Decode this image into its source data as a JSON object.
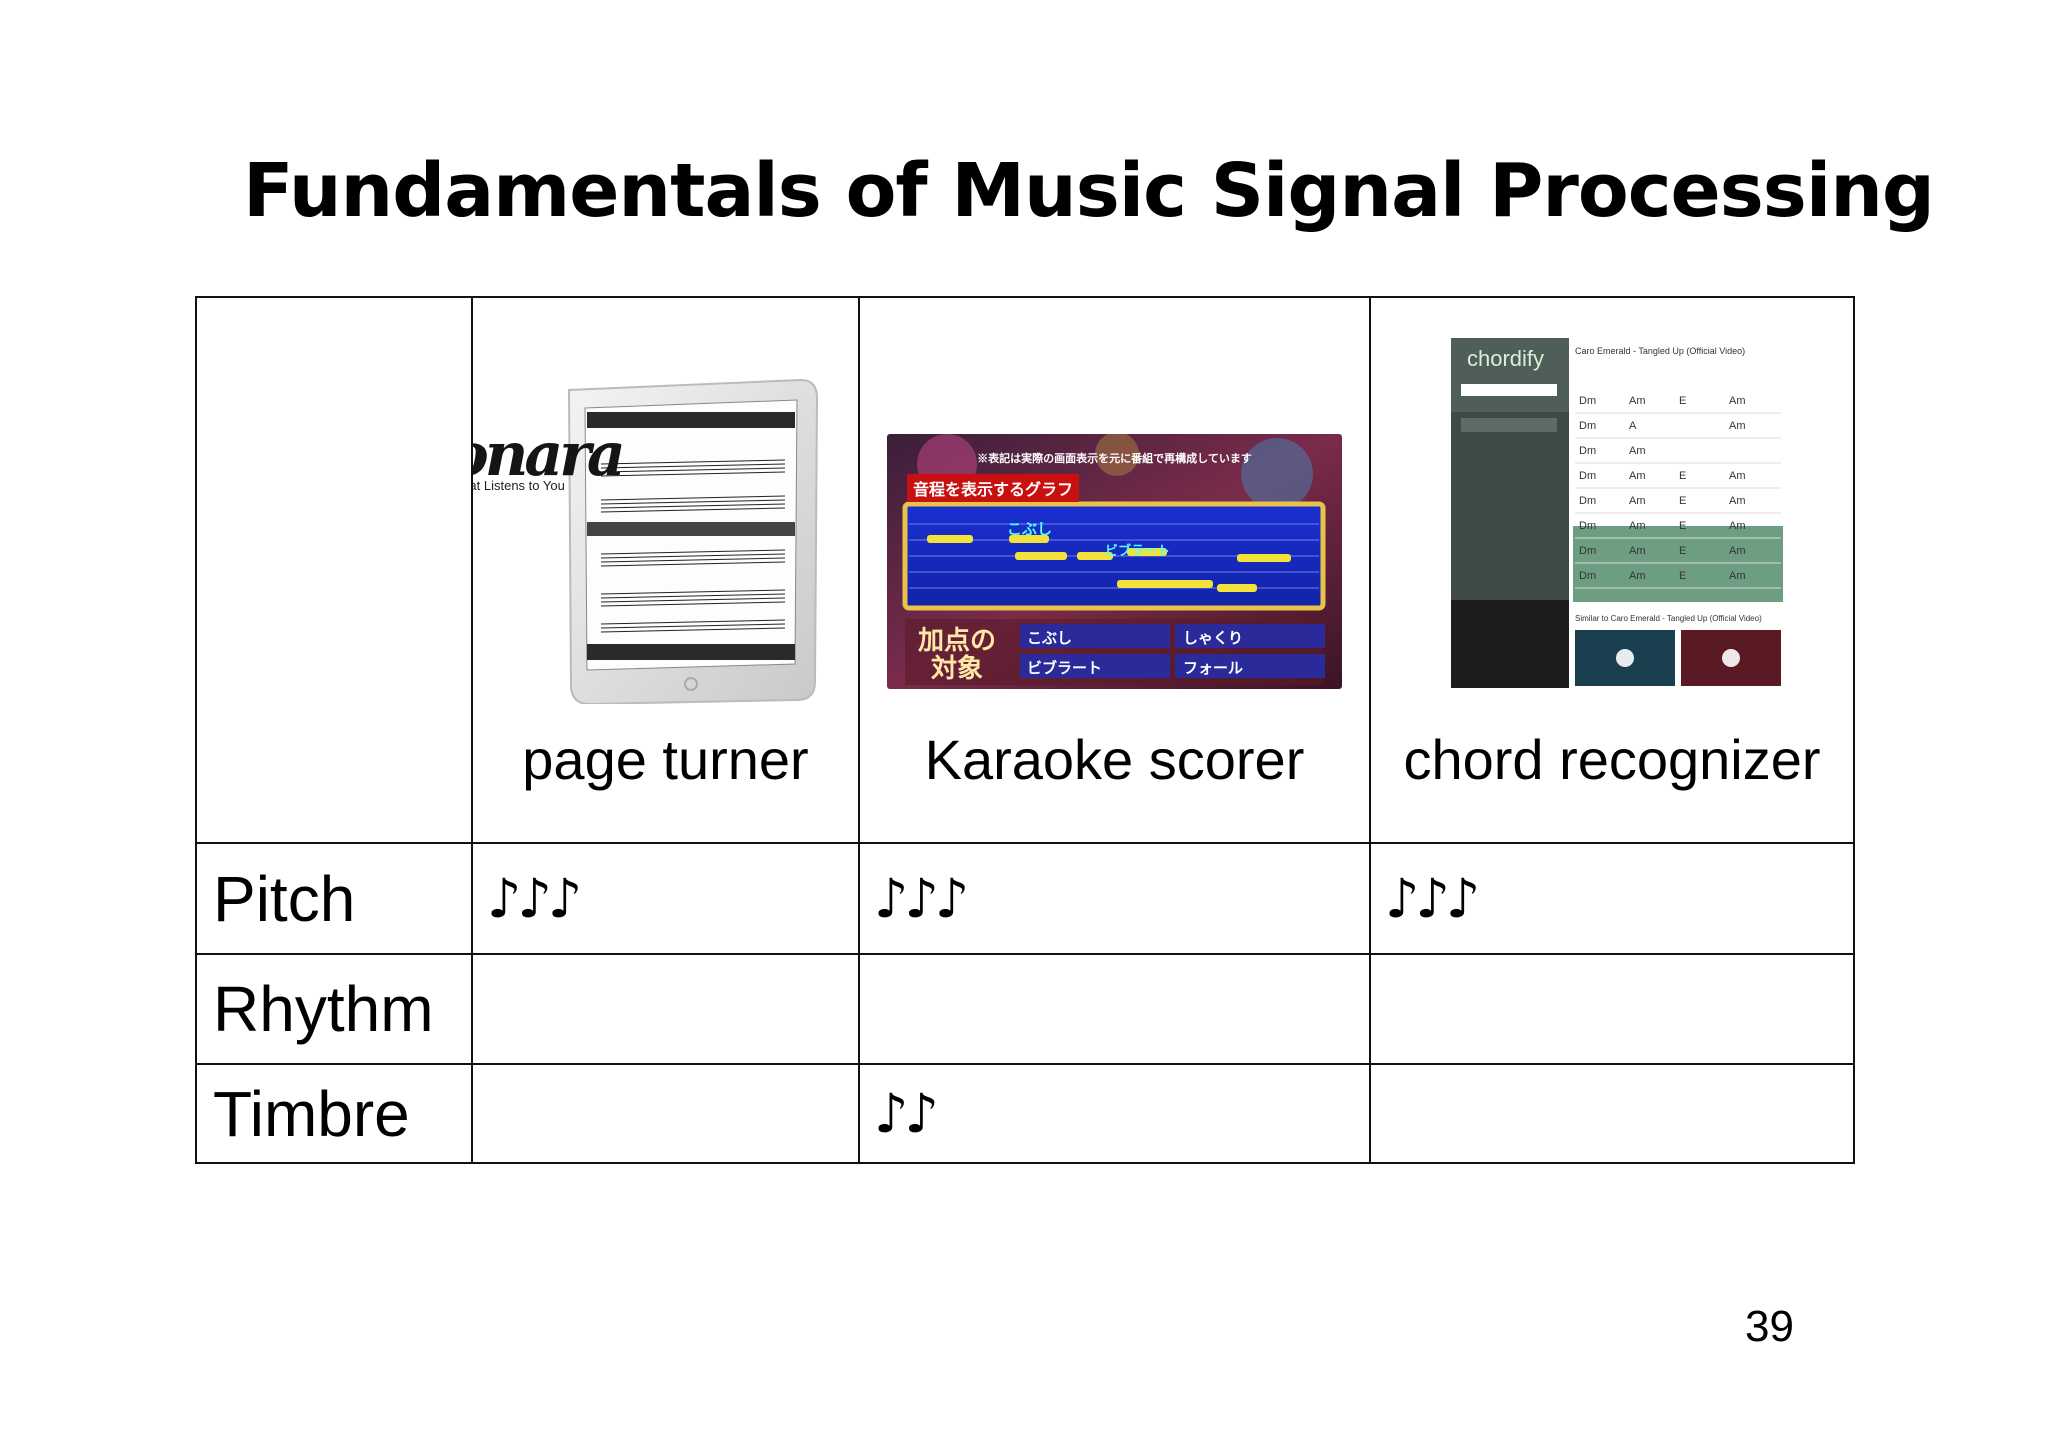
{
  "slide": {
    "title": "Fundamentals of Music Signal Processing",
    "page_number": "39"
  },
  "table": {
    "columns": [
      "page turner",
      "Karaoke scorer",
      "chord recognizer"
    ],
    "rows": [
      {
        "label": "Pitch",
        "cells": [
          "♪♪♪",
          "♪♪♪",
          "♪♪♪"
        ]
      },
      {
        "label": "Rhythm",
        "cells": [
          "",
          "",
          ""
        ]
      },
      {
        "label": "Timbre",
        "cells": [
          "",
          "♪♪",
          ""
        ]
      }
    ]
  },
  "images": {
    "tonara": {
      "brand": "Tonara",
      "tagline": "Music that Listens to You"
    },
    "karaoke": {
      "caption": "※表記は実際の画面表示を元に番組で再構成しています",
      "tag": "音程を表示するグラフ",
      "word_kobushi": "こぶし",
      "word_vibrato": "ビブラート",
      "score_label": "加点の対象",
      "legend": [
        "こぶし",
        "しゃくり",
        "ビブラート",
        "フォール"
      ]
    },
    "chordify": {
      "brand": "chordify",
      "song": "Caro Emerald - Tangled Up (Official Video)",
      "chords": [
        [
          "Dm",
          "Am",
          "E",
          "Am"
        ],
        [
          "Dm",
          "A",
          "",
          "Am"
        ],
        [
          "Dm",
          "Am",
          "",
          ""
        ],
        [
          "Dm",
          "Am",
          "E",
          "Am"
        ],
        [
          "Dm",
          "Am",
          "E",
          "Am"
        ],
        [
          "Dm",
          "Am",
          "E",
          "Am"
        ],
        [
          "Dm",
          "Am",
          "E",
          "Am"
        ],
        [
          "Dm",
          "Am",
          "E",
          "Am"
        ]
      ],
      "similar": "Similar to Caro Emerald - Tangled Up (Official Video)"
    }
  }
}
